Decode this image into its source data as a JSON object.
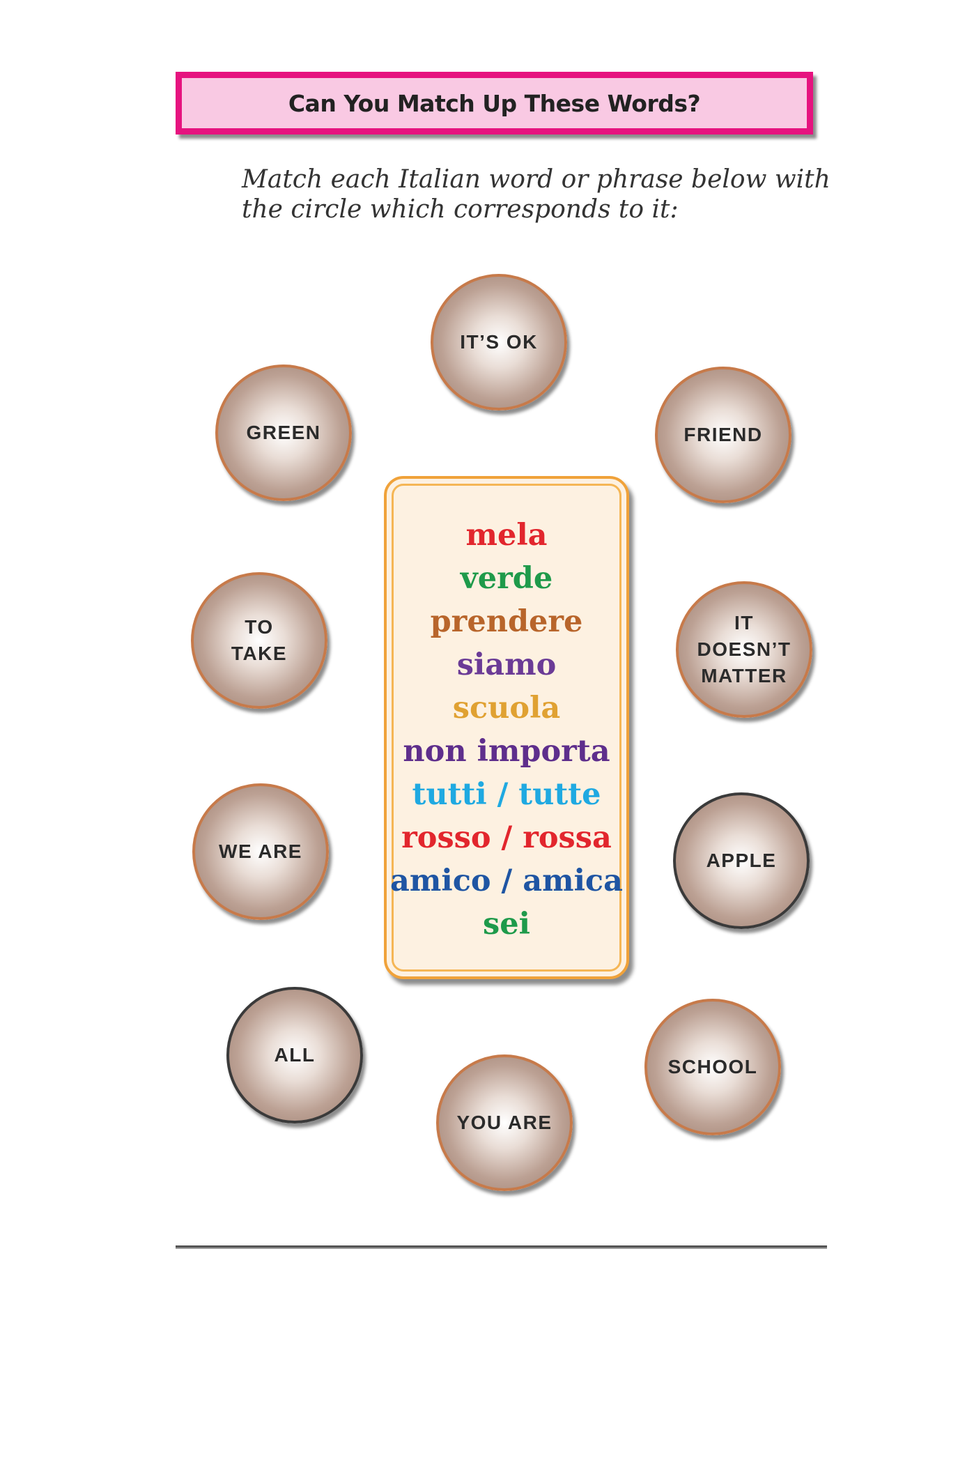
{
  "title": "Can You Match Up These Words?",
  "instructions": {
    "line1": "Match each Italian word or phrase below with",
    "line2": "the circle which corresponds to it:"
  },
  "circles": [
    {
      "label": "IT’S OK"
    },
    {
      "label": "GREEN"
    },
    {
      "label": "FRIEND"
    },
    {
      "label": "TO\nTAKE"
    },
    {
      "label": "IT\nDOESN’T\nMATTER"
    },
    {
      "label": "WE ARE"
    },
    {
      "label": "APPLE"
    },
    {
      "label": "ALL"
    },
    {
      "label": "SCHOOL"
    },
    {
      "label": "YOU ARE"
    }
  ],
  "words": [
    {
      "text": "mela",
      "color": "#e2262d"
    },
    {
      "text": "verde",
      "color": "#1e9a4a"
    },
    {
      "text": "prendere",
      "color": "#b8652b"
    },
    {
      "text": "siamo",
      "color": "#6b3b96"
    },
    {
      "text": "scuola",
      "color": "#e0a132"
    },
    {
      "text": "non importa",
      "color": "#5e2e8c"
    },
    {
      "text": "tutti / tutte",
      "color": "#1fa9e1"
    },
    {
      "text": "rosso / rossa",
      "color": "#e2262d"
    },
    {
      "text": "amico / amica",
      "color": "#1f55a3"
    },
    {
      "text": "sei",
      "color": "#1e9a4a"
    }
  ]
}
